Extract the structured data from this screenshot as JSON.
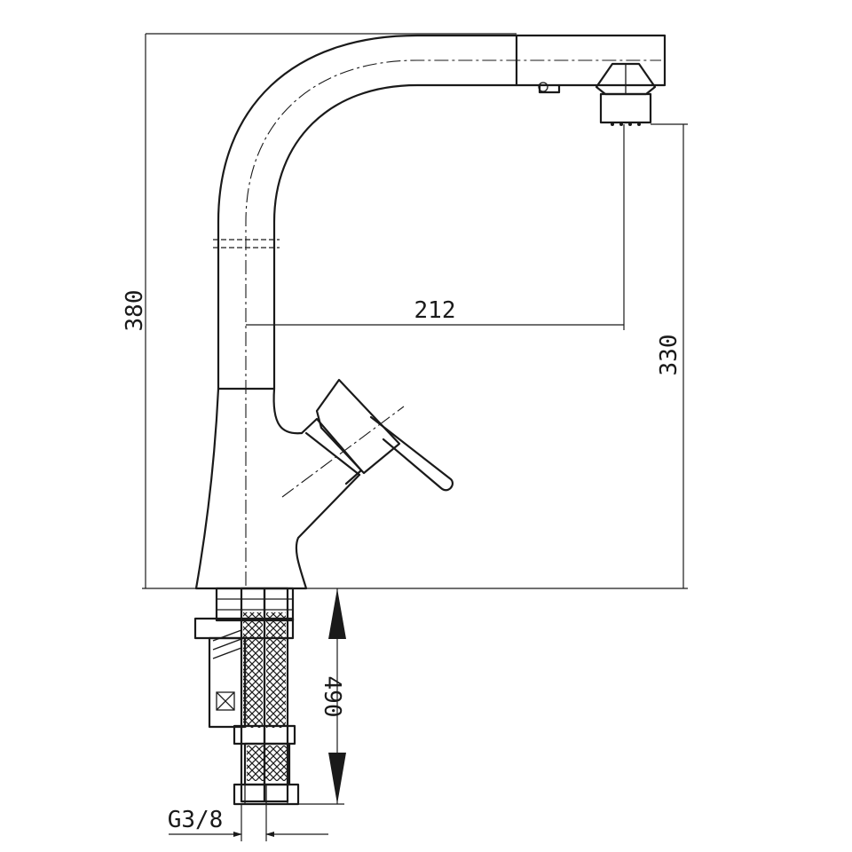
{
  "dimensions": {
    "height_total": "380",
    "spout_height": "330",
    "spout_reach": "212",
    "hose_length": "490",
    "thread": "G3/8"
  }
}
